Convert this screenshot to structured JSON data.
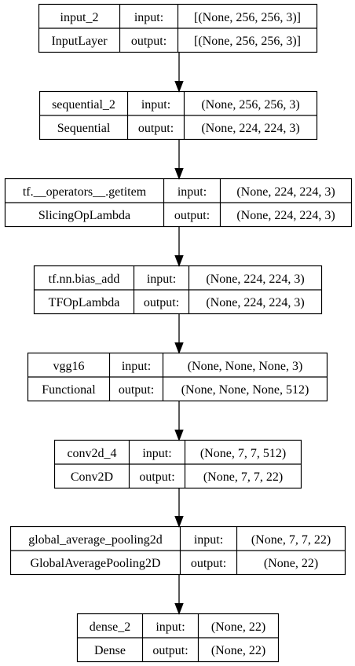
{
  "nodes": [
    {
      "name": "input_2",
      "type": "InputLayer",
      "input_label": "input:",
      "output_label": "output:",
      "input_shape": "[(None, 256, 256, 3)]",
      "output_shape": "[(None, 256, 256, 3)]"
    },
    {
      "name": "sequential_2",
      "type": "Sequential",
      "input_label": "input:",
      "output_label": "output:",
      "input_shape": "(None, 256, 256, 3)",
      "output_shape": "(None, 224, 224, 3)"
    },
    {
      "name": "tf.__operators__.getitem",
      "type": "SlicingOpLambda",
      "input_label": "input:",
      "output_label": "output:",
      "input_shape": "(None, 224, 224, 3)",
      "output_shape": "(None, 224, 224, 3)"
    },
    {
      "name": "tf.nn.bias_add",
      "type": "TFOpLambda",
      "input_label": "input:",
      "output_label": "output:",
      "input_shape": "(None, 224, 224, 3)",
      "output_shape": "(None, 224, 224, 3)"
    },
    {
      "name": "vgg16",
      "type": "Functional",
      "input_label": "input:",
      "output_label": "output:",
      "input_shape": "(None, None, None, 3)",
      "output_shape": "(None, None, None, 512)"
    },
    {
      "name": "conv2d_4",
      "type": "Conv2D",
      "input_label": "input:",
      "output_label": "output:",
      "input_shape": "(None, 7, 7, 512)",
      "output_shape": "(None, 7, 7, 22)"
    },
    {
      "name": "global_average_pooling2d",
      "type": "GlobalAveragePooling2D",
      "input_label": "input:",
      "output_label": "output:",
      "input_shape": "(None, 7, 7, 22)",
      "output_shape": "(None, 22)"
    },
    {
      "name": "dense_2",
      "type": "Dense",
      "input_label": "input:",
      "output_label": "output:",
      "input_shape": "(None, 22)",
      "output_shape": "(None, 22)"
    }
  ]
}
